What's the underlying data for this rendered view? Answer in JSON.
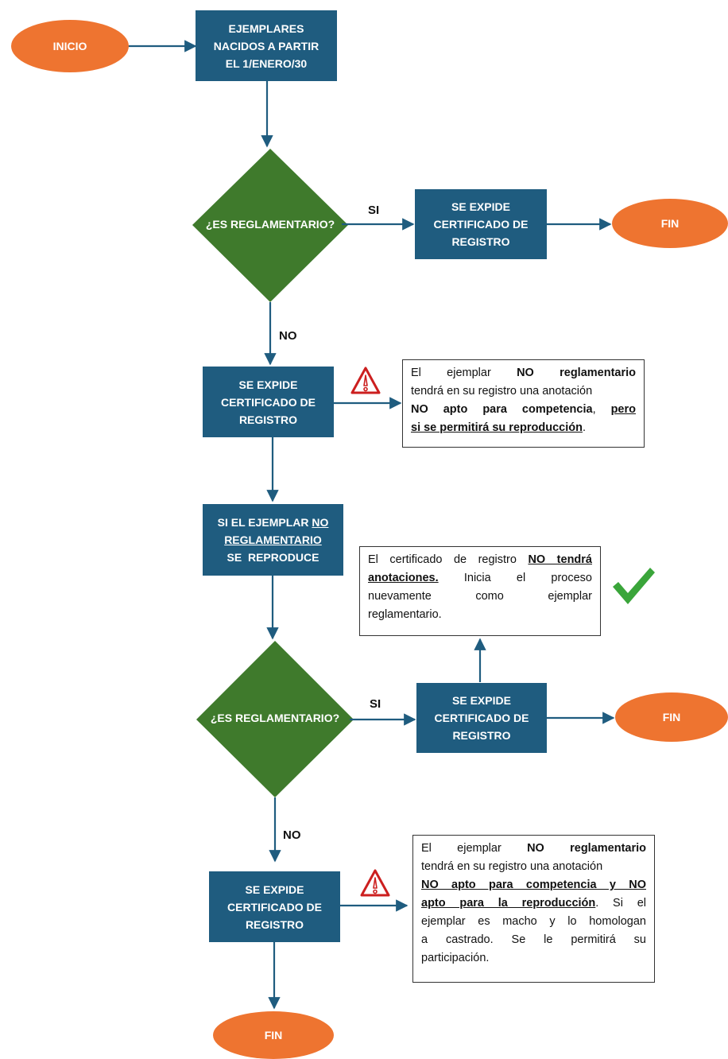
{
  "colors": {
    "process": "#1f5c7f",
    "decision": "#3f7a2c",
    "terminal": "#ee7430",
    "arrow": "#1f5c7f",
    "warning": "#cc1f1f",
    "check": "#3aa53a"
  },
  "start": {
    "label": "INICIO"
  },
  "step1": {
    "lines": [
      "EJEMPLARES",
      "NACIDOS A PARTIR",
      "EL 1/ENERO/30"
    ]
  },
  "decision1": {
    "label": "¿ES REGLAMENTARIO?",
    "yes": "SI",
    "no": "NO"
  },
  "cert1": {
    "lines": [
      "SE EXPIDE",
      "CERTIFICADO DE",
      "REGISTRO"
    ]
  },
  "end1": {
    "label": "FIN"
  },
  "cert2": {
    "lines": [
      "SE EXPIDE",
      "CERTIFICADO DE",
      "REGISTRO"
    ]
  },
  "note1": {
    "l1a": "El ejemplar ",
    "l1b": "NO reglamentario",
    "l2": "tendrá en su registro una anotación",
    "l3a": "NO apto para competencia",
    "l3b": ", ",
    "l3c": "pero",
    "l4a": "si se permitirá su reproducción",
    "l4b": "."
  },
  "step2": {
    "l1a": "SI EL EJEMPLAR ",
    "l1b": "NO",
    "l2": "REGLAMENTARIO",
    "l3": "SE  REPRODUCE"
  },
  "note2": {
    "l1a": "El certificado de registro ",
    "l1b": "NO tendrá",
    "l2a": "anotaciones.",
    "l2b": " Inicia el proceso",
    "l3": "nuevamente como ejemplar",
    "l4": "reglamentario."
  },
  "decision2": {
    "label": "¿ES REGLAMENTARIO?",
    "yes": "SI",
    "no": "NO"
  },
  "cert3": {
    "lines": [
      "SE EXPIDE",
      "CERTIFICADO DE",
      "REGISTRO"
    ]
  },
  "end2": {
    "label": "FIN"
  },
  "cert4": {
    "lines": [
      "SE EXPIDE",
      "CERTIFICADO DE",
      "REGISTRO"
    ]
  },
  "note3": {
    "l1a": "El ejemplar ",
    "l1b": "NO reglamentario",
    "l2": "tendrá en su registro una anotación",
    "l3": "NO apto para competencia y NO",
    "l4a": "apto para la reproducción",
    "l4b": ". Si el",
    "l5": "ejemplar es macho y lo homologan",
    "l6": "a castrado. Se le permitirá su",
    "l7": "participación."
  },
  "end3": {
    "label": "FIN"
  },
  "icons": {
    "warning": "warning-icon",
    "check": "check-icon"
  }
}
